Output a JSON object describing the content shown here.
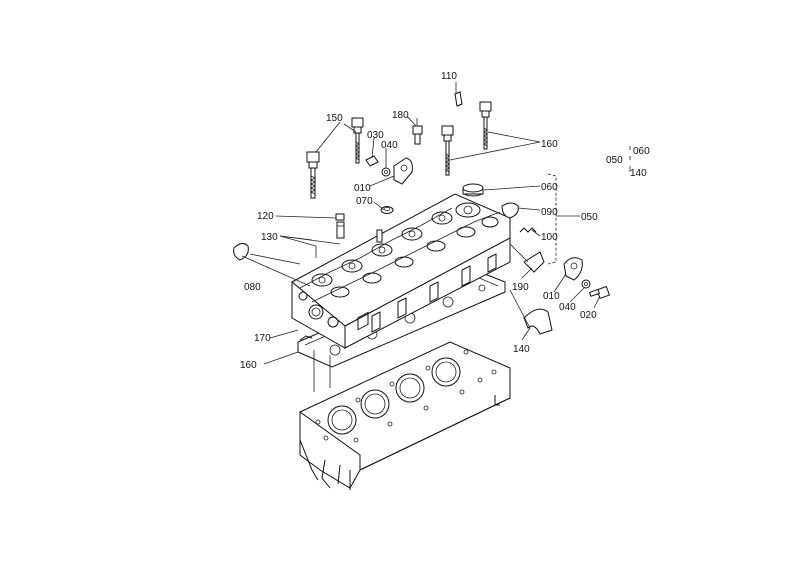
{
  "diagram": {
    "part_labels": [
      {
        "id": "l110",
        "text": "110"
      },
      {
        "id": "l180",
        "text": "180"
      },
      {
        "id": "l150",
        "text": "150"
      },
      {
        "id": "l030",
        "text": "030"
      },
      {
        "id": "l040a",
        "text": "040"
      },
      {
        "id": "l160a",
        "text": "160"
      },
      {
        "id": "l060a",
        "text": "060"
      },
      {
        "id": "l050a",
        "text": "050"
      },
      {
        "id": "l140a",
        "text": "140"
      },
      {
        "id": "l010a",
        "text": "010"
      },
      {
        "id": "l070",
        "text": "070"
      },
      {
        "id": "l060b",
        "text": "060"
      },
      {
        "id": "l090",
        "text": "090"
      },
      {
        "id": "l050b",
        "text": "050"
      },
      {
        "id": "l120",
        "text": "120"
      },
      {
        "id": "l130",
        "text": "130"
      },
      {
        "id": "l100",
        "text": "100"
      },
      {
        "id": "l080",
        "text": "080"
      },
      {
        "id": "l190",
        "text": "190"
      },
      {
        "id": "l010b",
        "text": "010"
      },
      {
        "id": "l040b",
        "text": "040"
      },
      {
        "id": "l020",
        "text": "020"
      },
      {
        "id": "l170",
        "text": "170"
      },
      {
        "id": "l160b",
        "text": "160"
      },
      {
        "id": "l140b",
        "text": "140"
      }
    ]
  }
}
